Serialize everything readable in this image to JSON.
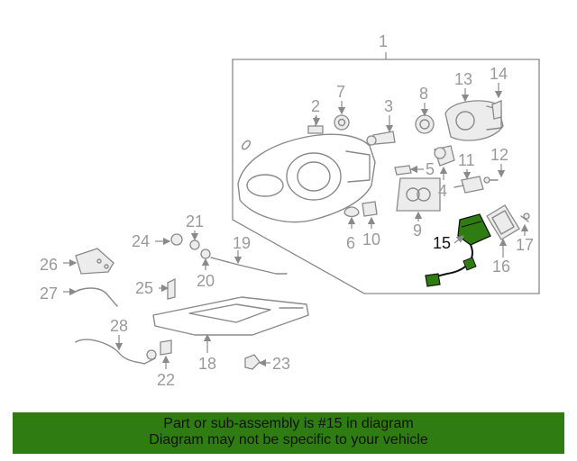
{
  "diagram": {
    "callouts": [
      "1",
      "2",
      "3",
      "4",
      "5",
      "6",
      "7",
      "8",
      "9",
      "10",
      "11",
      "12",
      "13",
      "14",
      "15",
      "16",
      "17",
      "18",
      "19",
      "20",
      "21",
      "22",
      "23",
      "24",
      "25",
      "26",
      "27",
      "28"
    ],
    "highlighted": "15",
    "highlight_color": "#2f7d12"
  },
  "banner": {
    "line1": "Part or sub-assembly is #15 in diagram",
    "line2": "Diagram may not be specific to your vehicle",
    "background": "#2f7d12"
  }
}
